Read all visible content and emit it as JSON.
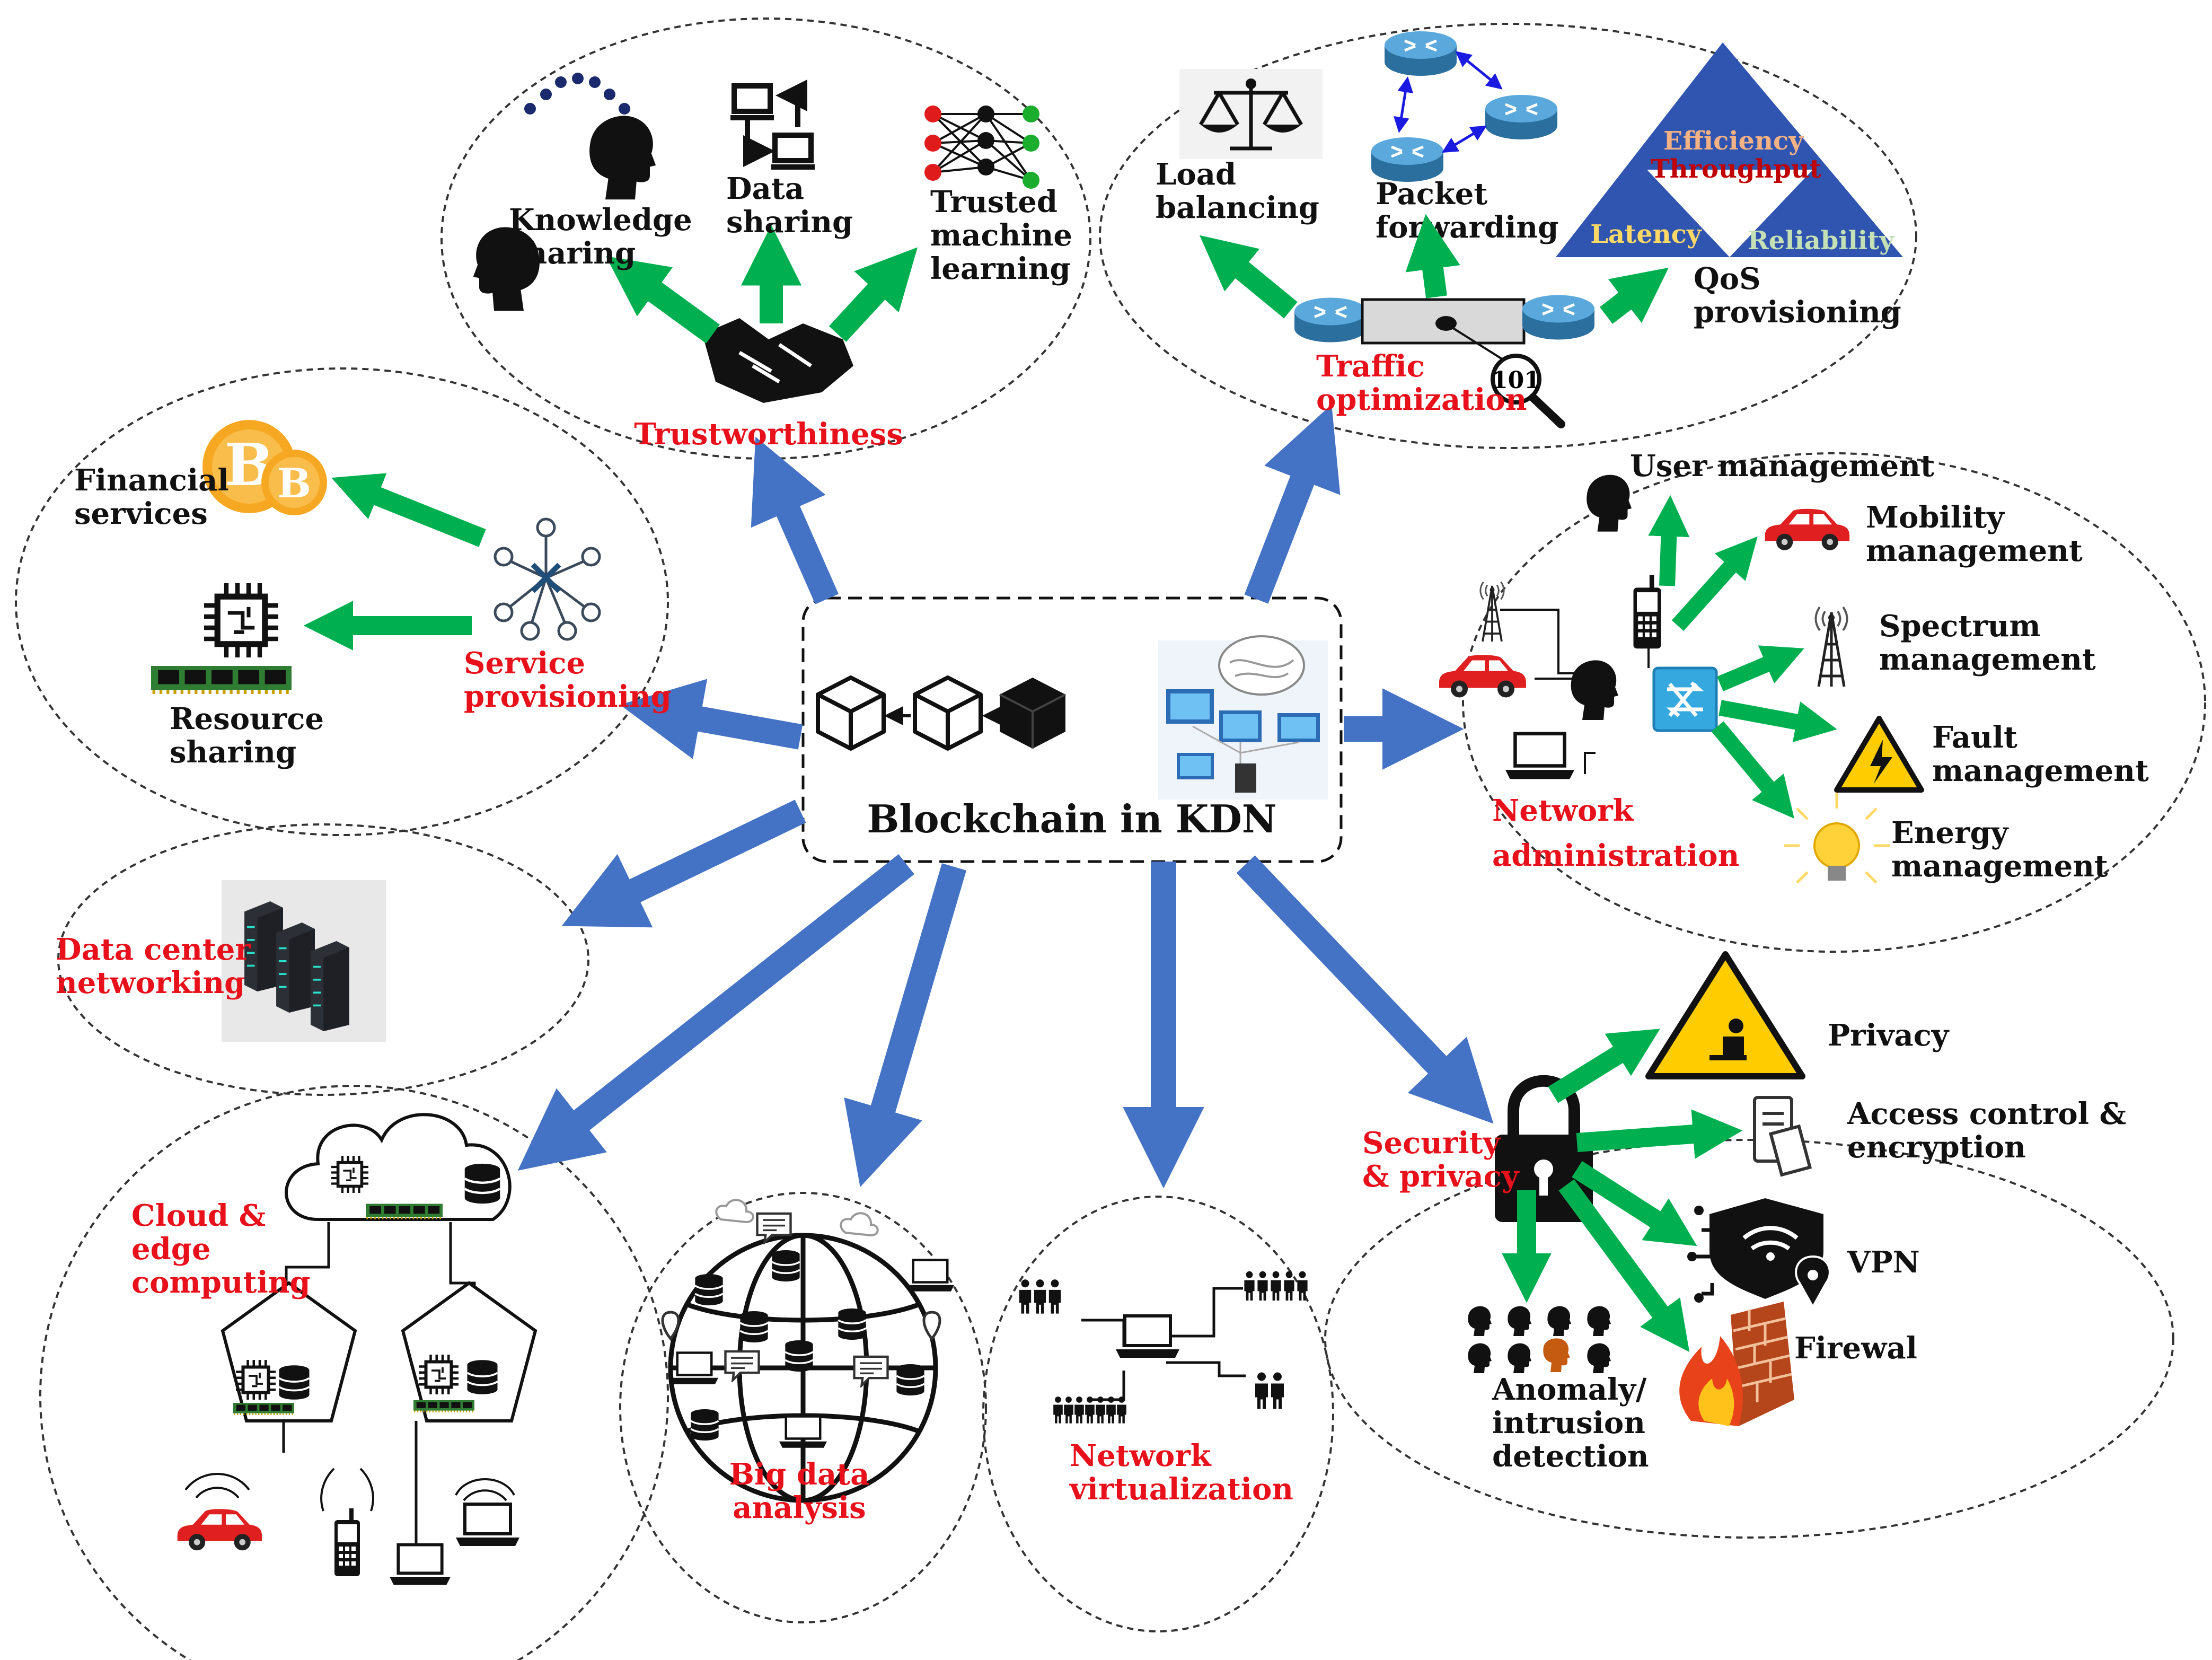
{
  "center": {
    "title": "Blockchain in KDN"
  },
  "colors": {
    "primary_arrow": "#4472c4",
    "secondary_arrow": "#00b050",
    "category_label": "#e8101a",
    "router": "#3e8fc7",
    "triangle": "#2f55b0"
  },
  "trust": {
    "title": "Trustworthiness",
    "knowledge": [
      "Knowledge",
      "sharing"
    ],
    "data": [
      "Data",
      "sharing"
    ],
    "ml": [
      "Trusted",
      "machine",
      "learning"
    ]
  },
  "traffic": {
    "title": [
      "Traffic",
      "optimization"
    ],
    "load": [
      "Load",
      "balancing"
    ],
    "packet": [
      "Packet",
      "forwarding"
    ],
    "qos": [
      "QoS",
      "provisioning"
    ],
    "inspect_badge": "101",
    "triangle": {
      "top": "Efficiency",
      "middle": "Throughput",
      "left": "Latency",
      "right": "Reliability"
    }
  },
  "service": {
    "title": [
      "Service",
      "provisioning"
    ],
    "financial": [
      "Financial",
      "services"
    ],
    "resource": [
      "Resource",
      "sharing"
    ]
  },
  "netadmin": {
    "title": [
      "Network",
      "administration"
    ],
    "user": "User management",
    "mobility": [
      "Mobility",
      "management"
    ],
    "spectrum": [
      "Spectrum",
      "management"
    ],
    "fault": [
      "Fault",
      "management"
    ],
    "energy": [
      "Energy",
      "management"
    ]
  },
  "datacenter": {
    "title": [
      "Data center",
      "networking"
    ]
  },
  "security": {
    "title": [
      "Security",
      "& privacy"
    ],
    "privacy": "Privacy",
    "access": [
      "Access control &",
      "encryption"
    ],
    "vpn": "VPN",
    "firewall": "Firewal",
    "anomaly": [
      "Anomaly/",
      "intrusion",
      "detection"
    ]
  },
  "cloud": {
    "title": [
      "Cloud &",
      "edge",
      "computing"
    ]
  },
  "bigdata": {
    "title": [
      "Big data",
      "analysis"
    ]
  },
  "netvirt": {
    "title": [
      "Network",
      "virtualization"
    ]
  }
}
